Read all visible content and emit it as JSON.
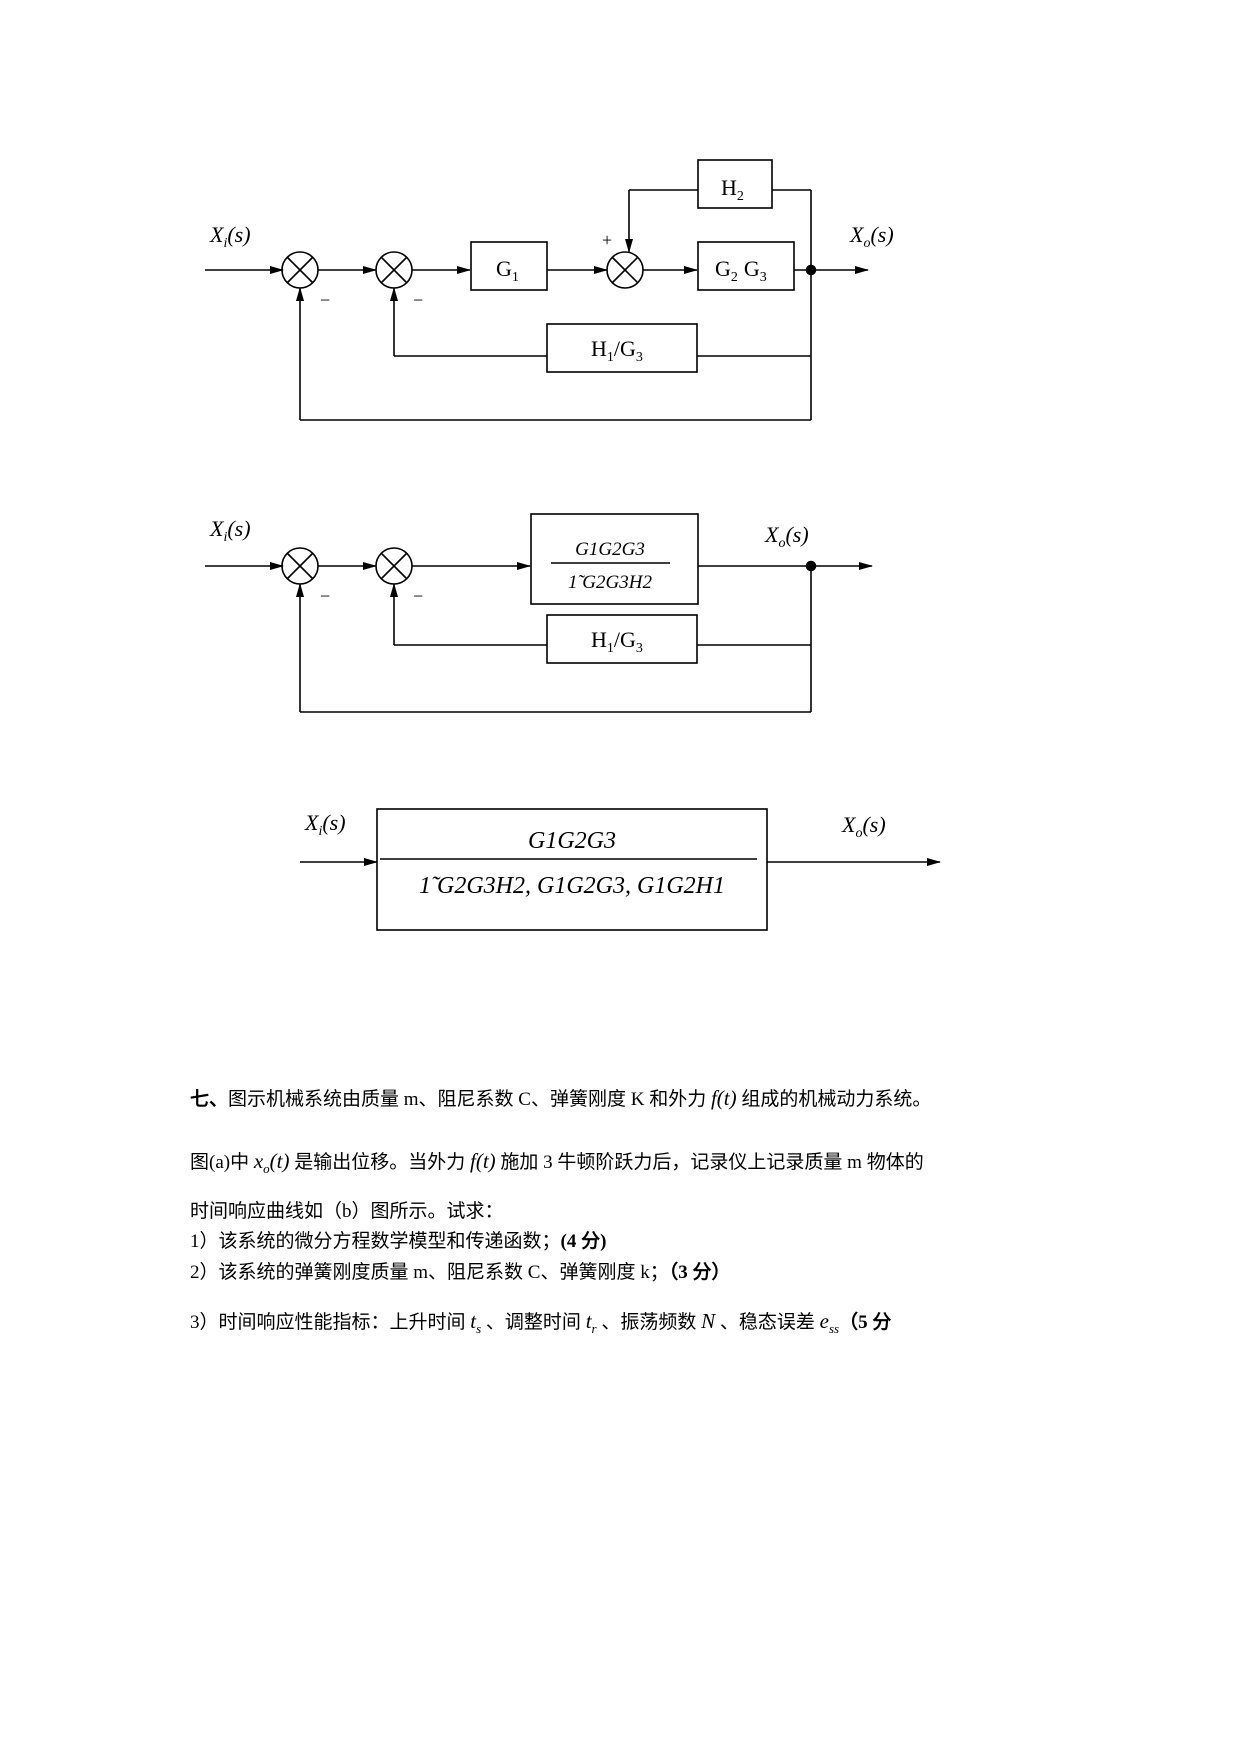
{
  "diagram1": {
    "input_label": "X",
    "input_sub": "i",
    "output_label": "X",
    "output_sub": "o",
    "arg": "(s)",
    "g1": {
      "base": "G",
      "sub": "1"
    },
    "g2g3": {
      "g2": "G",
      "g2sub": "2",
      "g3": "G",
      "g3sub": "3"
    },
    "h2": {
      "base": "H",
      "sub": "2"
    },
    "h1g3": {
      "h": "H",
      "hsub": "1",
      "slash": "/G",
      "gsub": "3"
    },
    "plus": "+",
    "minus1": "−",
    "minus2": "−"
  },
  "diagram2": {
    "input_label": "X",
    "input_sub": "i",
    "output_label": "X",
    "output_sub": "o",
    "arg": "(s)",
    "numerator": "G1G2G3",
    "denominator": "1̃  G2G3H2",
    "h1g3": {
      "h": "H",
      "hsub": "1",
      "slash": "/G",
      "gsub": "3"
    },
    "minus1": "−",
    "minus2": "−"
  },
  "diagram3": {
    "input_label": "X",
    "input_sub": "i",
    "output_label": "X",
    "output_sub": "o",
    "arg": "(s)",
    "numerator": "G1G2G3",
    "denominator": "1̃  G2G3H2,  G1G2G3,  G1G2H1"
  },
  "question": {
    "number": "七、",
    "line1_a": "图示机械系统由质量 m、阻尼系数 C、弹簧刚度 K 和外力 ",
    "f_t": "f(t)",
    "line1_b": " 组成的机械动力系统。",
    "line2_a": "图(a)中 ",
    "x_o": "x",
    "x_o_sub": "o",
    "x_o_arg": "(t)",
    "line2_b": " 是输出位移。当外力 ",
    "line2_c": " 施加 3 牛顿阶跃力后，记录仪上记录质量 m 物体的",
    "line3": "时间响应曲线如（b）图所示。试求：",
    "item1": "1）该系统的微分方程数学模型和传递函数；",
    "item1_score": "(4 分)",
    "item2": "2）该系统的弹簧刚度质量 m、阻尼系数 C、弹簧刚度 k；",
    "item2_score": "（3 分）",
    "item3_a": "3）时间响应性能指标：上升时间 ",
    "ts": "t",
    "ts_sub": "s",
    "item3_b": " 、调整时间 ",
    "tr": "t",
    "tr_sub": "r",
    "item3_c": " 、振荡频数 ",
    "N": "N",
    "item3_d": " 、稳态误差 ",
    "ess": "e",
    "ess_sub": "ss",
    "item3_score": "（5 分"
  }
}
